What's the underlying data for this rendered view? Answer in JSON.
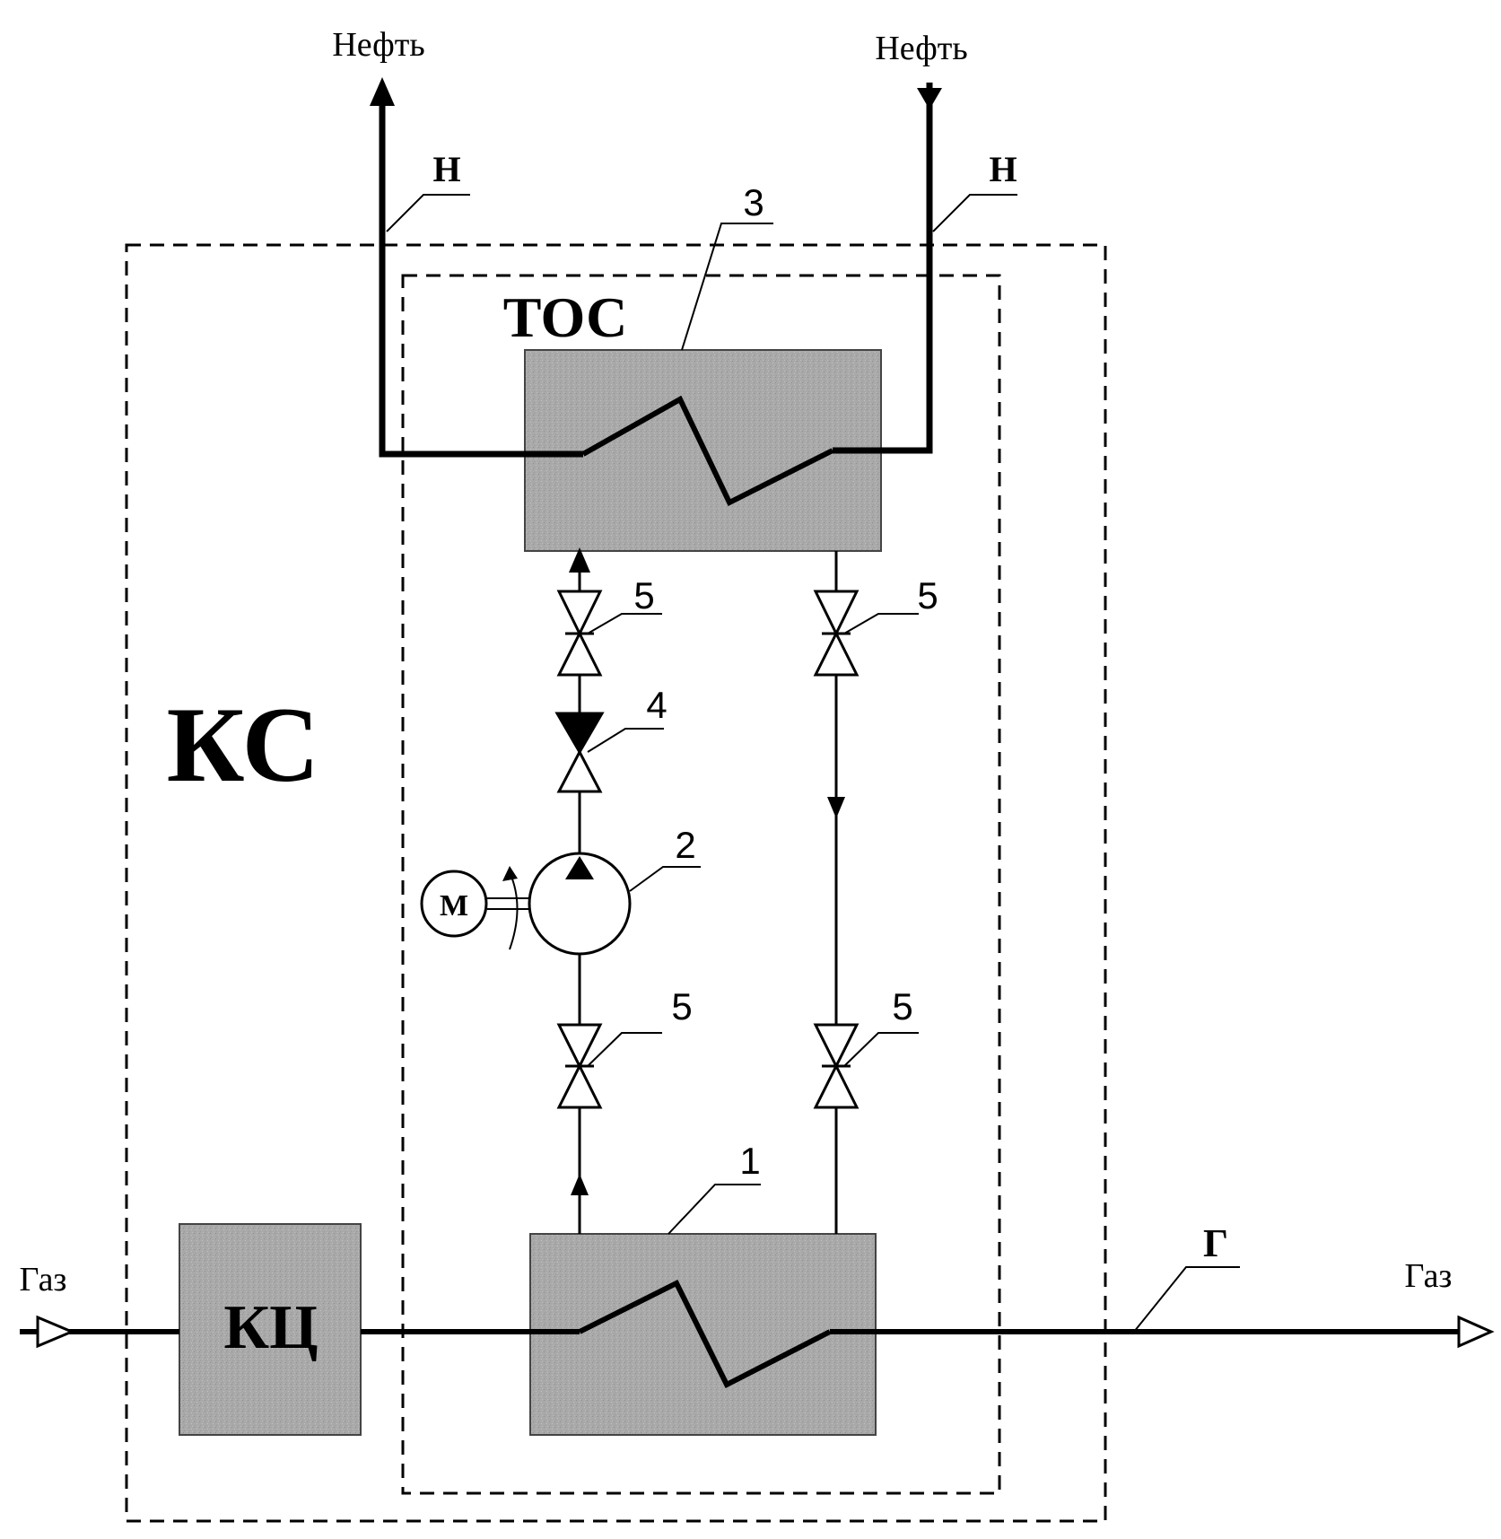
{
  "labels": {
    "oil_out": "Нефть",
    "oil_in": "Нефть",
    "oil_line_left": "Н",
    "oil_line_right": "Н",
    "gas_in": "Газ",
    "gas_out": "Газ",
    "gas_line": "Г",
    "station": "КС",
    "subsystem": "ТОС",
    "compressor": "КЦ",
    "motor": "М",
    "callout_heat_exchanger_oil": "3",
    "callout_heat_exchanger_gas": "1",
    "callout_pump": "2",
    "callout_check_valve": "4",
    "callout_valve_top_left": "5",
    "callout_valve_top_right": "5",
    "callout_valve_bottom_left": "5",
    "callout_valve_bottom_right": "5"
  },
  "colors": {
    "line": "#000000",
    "box_fill": "#a9a9a9",
    "box_border": "#444444",
    "background": "#ffffff"
  }
}
